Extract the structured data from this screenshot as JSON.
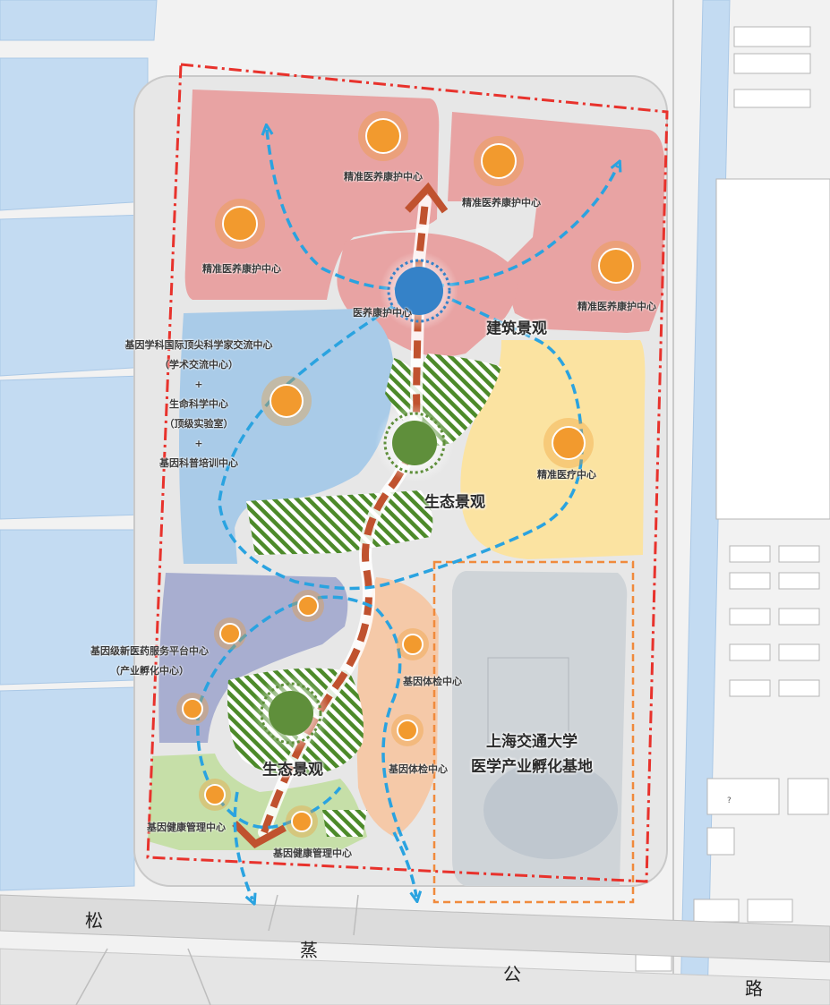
{
  "labels": {
    "north_top": "精准医养康护中心",
    "north_top_right": "精准医养康护中心",
    "north_left": "精准医养康护中心",
    "north_right": "精准医养康护中心",
    "north_center": "医养康护中心",
    "architecture_landscape": "建筑景观",
    "west_block": [
      "基因学科国际顶尖科学家交流中心",
      "（学术交流中心）",
      "+",
      "生命科学中心",
      "（顶级实验室）",
      "+",
      "基因科普培训中心"
    ],
    "precision_medical": "精准医疗中心",
    "eco_landscape_upper": "生态景观",
    "gene_drug": [
      "基因级新医药服务平台中心",
      "（产业孵化中心）"
    ],
    "gene_checkup_upper": "基因体检中心",
    "gene_checkup_lower": "基因体检中心",
    "eco_landscape_lower": "生态景观",
    "gene_health_left": "基因健康管理中心",
    "gene_health_center": "基因健康管理中心",
    "incubator": [
      "上海交通大学",
      "医学产业孵化基地"
    ],
    "road_1": "松",
    "road_2": "蒸",
    "road_3": "公",
    "road_4": "路",
    "map_question": "?"
  },
  "colors": {
    "healthcare": "#e8a3a3",
    "research": "#a9cbe8",
    "medical": "#fbe3a1",
    "incubation": "#a8aed0",
    "checkup": "#f5c9a8",
    "health_mgmt": "#c6dfa8",
    "campus": "#cfd4d8",
    "water": "#c3dbf2",
    "boundary": "#e8322c",
    "sub_boundary": "#f08a3c",
    "axis": "#c0522f",
    "path": "#2aa3e0",
    "node": "#f29a2e",
    "eco_node": "#5f8f3b",
    "hub_node": "#3582c8"
  }
}
